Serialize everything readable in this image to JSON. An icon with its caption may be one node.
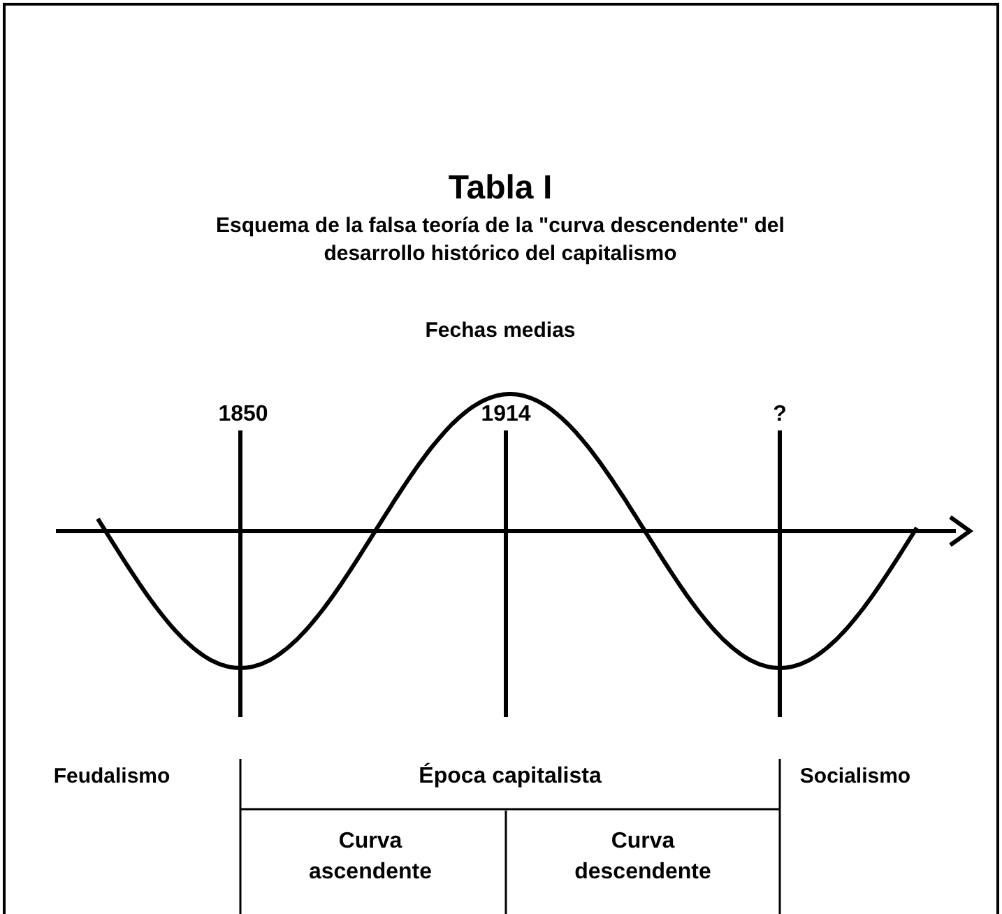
{
  "diagram": {
    "title": "Tabla I",
    "labels": [
      "Esquema de la falsa teoría de la \"curva descendente\" del desarrollo histórico del capitalismo",
      "Fechas medias",
      "1850",
      "1914",
      "?",
      "Feudalismo",
      "Época capitalista",
      "Socialismo",
      "Curva ascendente",
      "Curva descendente"
    ]
  }
}
